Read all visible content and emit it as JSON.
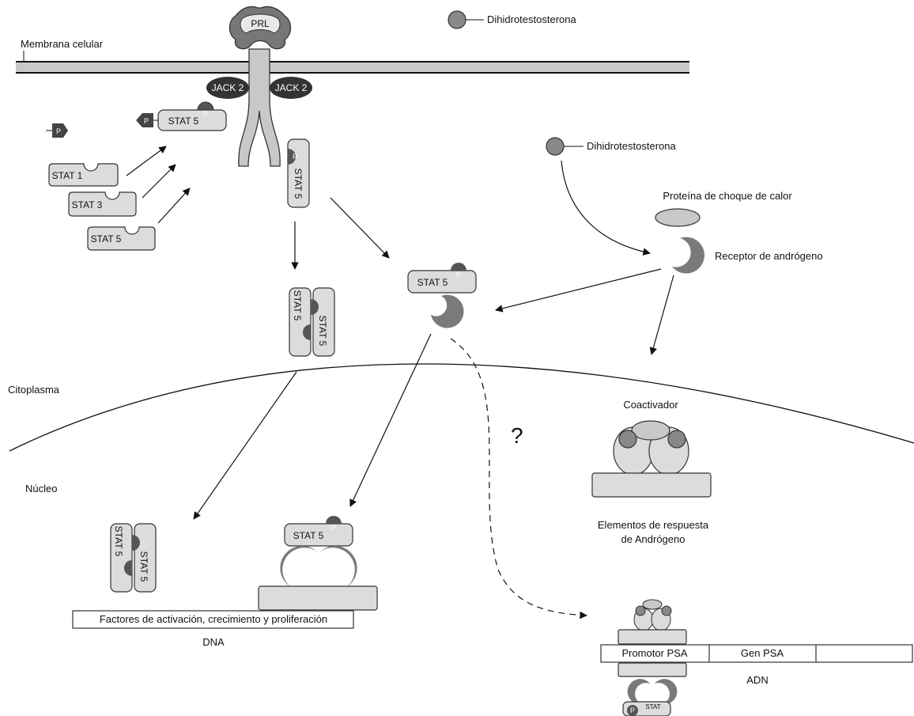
{
  "labels": {
    "membrane": "Membrana celular",
    "dht_legend": "Dihidrotestosterona",
    "dht": "Dihidrotestosterona",
    "prl": "PRL",
    "jak2_left": "JACK 2",
    "jak2_right": "JACK 2",
    "p": "P",
    "stat1": "STAT 1",
    "stat3": "STAT 3",
    "stat5": "STAT 5",
    "stat_small": "STAT",
    "hsp": "Proteína de choque de calor",
    "ar": "Receptor de andrógeno",
    "cytoplasm": "Citoplasma",
    "nucleus": "Núcleo",
    "question": "?",
    "coactivator": "Coactivador",
    "are_line1": "Elementos de respuesta",
    "are_line2": "de Andrógeno",
    "factors": "Factores de activación, crecimiento y proliferación",
    "dna": "DNA",
    "psa_promoter": "Promotor PSA",
    "psa_gene": "Gen PSA",
    "adn": "ADN"
  },
  "colors": {
    "membrane_fill": "#c8c8c8",
    "box_fill": "#dcdcdc",
    "dark_fill": "#333333",
    "receptor_fill": "#7a7a7a",
    "phosphate_fill": "#555555"
  }
}
